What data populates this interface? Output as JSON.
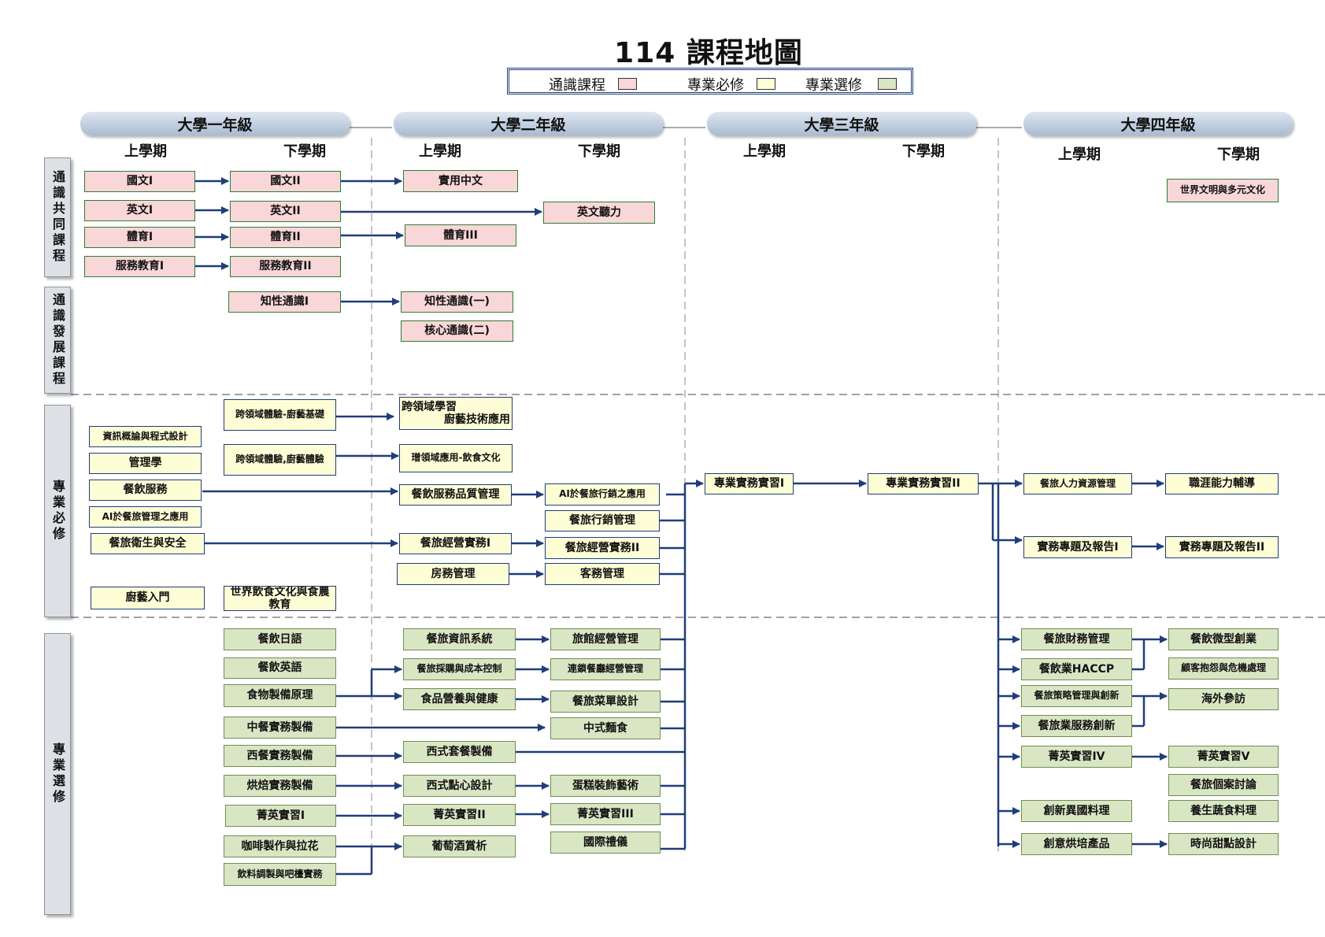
{
  "title": "114 課程地圖",
  "legend": {
    "items": [
      {
        "label": "通識課程",
        "color": "#f9d6d8"
      },
      {
        "label": "專業必修",
        "color": "#fefed6"
      },
      {
        "label": "專業選修",
        "color": "#d9e6c4"
      }
    ]
  },
  "years": [
    "大學一年級",
    "大學二年級",
    "大學三年級",
    "大學四年級"
  ],
  "semesters": {
    "upper": "上學期",
    "lower": "下學期"
  },
  "categories": [
    "通識共同課程",
    "通識發展課程",
    "專業必修",
    "專業選修"
  ],
  "courses": {
    "g1": "國文I",
    "g2": "英文I",
    "g3": "體育I",
    "g4": "服務教育I",
    "g5": "國文II",
    "g6": "英文II",
    "g7": "體育II",
    "g8": "服務教育II",
    "g9": "實用中文",
    "g10": "英文聽力",
    "g11": "體育III",
    "g12": "世界文明與多元文化",
    "d1": "知性通識I",
    "d2": "知性通識(一)",
    "d3": "核心通識(二)",
    "r1": "資訊概論與程式設計",
    "r2": "管理學",
    "r3": "餐飲服務",
    "r4": "AI於餐旅管理之應用",
    "r5": "餐旅衛生與安全",
    "r6": "廚藝入門",
    "r7": "跨領域體驗-廚藝基礎",
    "r8": "跨領域體驗,廚藝體驗",
    "r9": "世界飲食文化與食農教育",
    "r10a": "跨領域學習",
    "r10b": "廚藝技術應用",
    "r11": "璔領域應用-飲食文化",
    "r12": "餐飲服務品質管理",
    "r13": "餐旅經營實務I",
    "r14": "房務管理",
    "r15": "AI於餐旅行銷之應用",
    "r16": "餐旅行銷管理",
    "r17": "餐旅經營實務II",
    "r18": "客務管理",
    "r19": "專業實務實習I",
    "r20": "專業實務實習II",
    "r21": "餐旅人力資源管理",
    "r22": "職涯能力輔導",
    "r23": "實務專題及報告I",
    "r24": "實務專題及報告II",
    "e1": "餐飲日語",
    "e2": "餐飲英語",
    "e3": "食物製備原理",
    "e4": "中餐實務製備",
    "e5": "西餐實務製備",
    "e6": "烘焙實務製備",
    "e7": "菁英實習I",
    "e8": "咖啡製作與拉花",
    "e9": "飲料調製與吧檯實務",
    "e10": "餐旅資訊系統",
    "e11": "餐旅採購與成本控制",
    "e12": "食品營養與健康",
    "e13": "西式套餐製備",
    "e14": "西式點心設計",
    "e15": "菁英實習II",
    "e16": "葡萄酒賞析",
    "e17": "旅館經營管理",
    "e18": "連鎖餐廳經營管理",
    "e19": "餐旅菜單設計",
    "e20": "中式麵食",
    "e21": "蛋糕裝飾藝術",
    "e22": "菁英實習III",
    "e23": "國際禮儀",
    "e24": "餐旅財務管理",
    "e25": "餐飲業HACCP",
    "e26": "餐旅策略管理與創新",
    "e27": "餐旅業服務創新",
    "e28": "菁英實習IV",
    "e29": "創新異國料理",
    "e30": "創意烘培產品",
    "e31": "餐飲微型創業",
    "e32": "顧客抱怨與危機處理",
    "e33": "海外參訪",
    "e34": "菁英實習V",
    "e35": "餐旅個案討論",
    "e36": "養生蔬食料理",
    "e37": "時尚甜點設計"
  }
}
